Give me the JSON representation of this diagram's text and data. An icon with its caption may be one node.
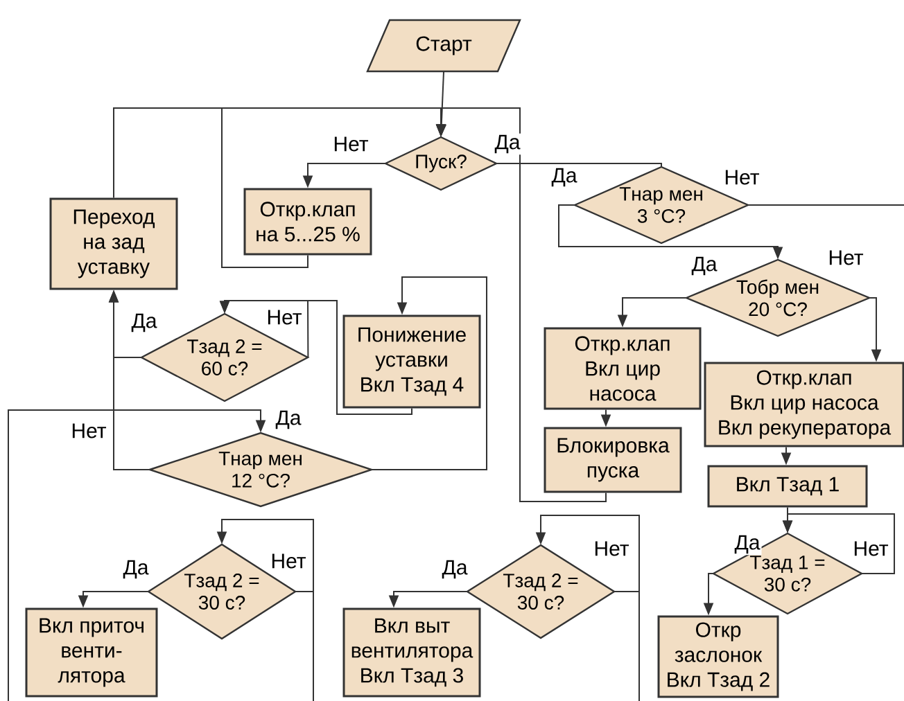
{
  "diagram": {
    "nodes": [
      {
        "text": [
          "Старт"
        ]
      },
      {
        "text": [
          "Пуск?"
        ]
      },
      {
        "text": [
          "Откр.клап на 5...25 %"
        ]
      },
      {
        "text": [
          "Переход на зад уставку"
        ]
      },
      {
        "text": [
          "Тнар мен 3 °C?"
        ]
      },
      {
        "text": [
          "Тзад 2 = 60 с?"
        ]
      },
      {
        "text": [
          "Понижение уставки",
          "Вкл Тзад 4"
        ]
      },
      {
        "text": [
          "Тобр мен 20 °C?"
        ]
      },
      {
        "text": [
          "Откр.клап",
          "Вкл цир насоса"
        ]
      },
      {
        "text": [
          "Откр.клап",
          "Вкл цир насоса",
          "Вкл рекуператора"
        ]
      },
      {
        "text": [
          "Тнар мен 12 °C?"
        ]
      },
      {
        "text": [
          "Блокировка пуска"
        ]
      },
      {
        "text": [
          "Вкл Тзад 1"
        ]
      },
      {
        "text": [
          "Тзад 2 = 30 с?"
        ]
      },
      {
        "text": [
          "Тзад 1 = 30 с?"
        ]
      },
      {
        "text": [
          "Тзад 2 = 30 с?"
        ]
      },
      {
        "text": [
          "Вкл приточ венти- лятора"
        ]
      },
      {
        "text": [
          "Вкл выт вентилятора",
          "Вкл Тзад 3"
        ]
      },
      {
        "text": [
          "Откр заслонок",
          "Вкл Тзад 2"
        ]
      }
    ],
    "edges": [
      {
        "from": 0,
        "to": 1,
        "arrow": "to"
      },
      {
        "from": 1,
        "to": 2,
        "arrow": "to",
        "label": "Нет"
      },
      {
        "from": 1,
        "to": 4,
        "arrow": "none",
        "label": "Да"
      },
      {
        "from": 2,
        "to": 1,
        "arrow": "to"
      },
      {
        "from": 3,
        "to": 1,
        "arrow": "to"
      },
      {
        "from": 4,
        "to": 7,
        "arrow": "to",
        "label": "Да"
      },
      {
        "from": 4,
        "to": null,
        "arrow": "none",
        "label": "Нет"
      },
      {
        "from": 5,
        "to": 3,
        "arrow": "to",
        "label": "Да"
      },
      {
        "from": 5,
        "to": 5,
        "arrow": "to",
        "label": "Нет"
      },
      {
        "from": 6,
        "to": 5,
        "arrow": "to"
      },
      {
        "from": 7,
        "to": 8,
        "arrow": "to",
        "label": "Да"
      },
      {
        "from": 7,
        "to": 9,
        "arrow": "to",
        "label": "Нет"
      },
      {
        "from": 8,
        "to": 11,
        "arrow": "to"
      },
      {
        "from": 11,
        "to": 1,
        "arrow": "to"
      },
      {
        "from": 9,
        "to": 12,
        "arrow": "to"
      },
      {
        "from": 12,
        "to": 14,
        "arrow": "to"
      },
      {
        "from": 14,
        "to": 18,
        "arrow": "to",
        "label": "Да"
      },
      {
        "from": 14,
        "to": 14,
        "arrow": "to",
        "label": "Нет"
      },
      {
        "from": 10,
        "to": 3,
        "arrow": "to",
        "label": "Нет"
      },
      {
        "from": 10,
        "to": 6,
        "arrow": "to"
      },
      {
        "from": null,
        "to": 10,
        "arrow": "to",
        "label": "Да"
      },
      {
        "from": 13,
        "to": 16,
        "arrow": "to",
        "label": "Да"
      },
      {
        "from": 13,
        "to": 13,
        "arrow": "to",
        "label": "Нет"
      },
      {
        "from": 13,
        "to": null,
        "arrow": "none"
      },
      {
        "from": 15,
        "to": 17,
        "arrow": "to",
        "label": "Да"
      },
      {
        "from": 15,
        "to": 15,
        "arrow": "to",
        "label": "Нет"
      },
      {
        "from": 15,
        "to": null,
        "arrow": "none"
      }
    ]
  }
}
